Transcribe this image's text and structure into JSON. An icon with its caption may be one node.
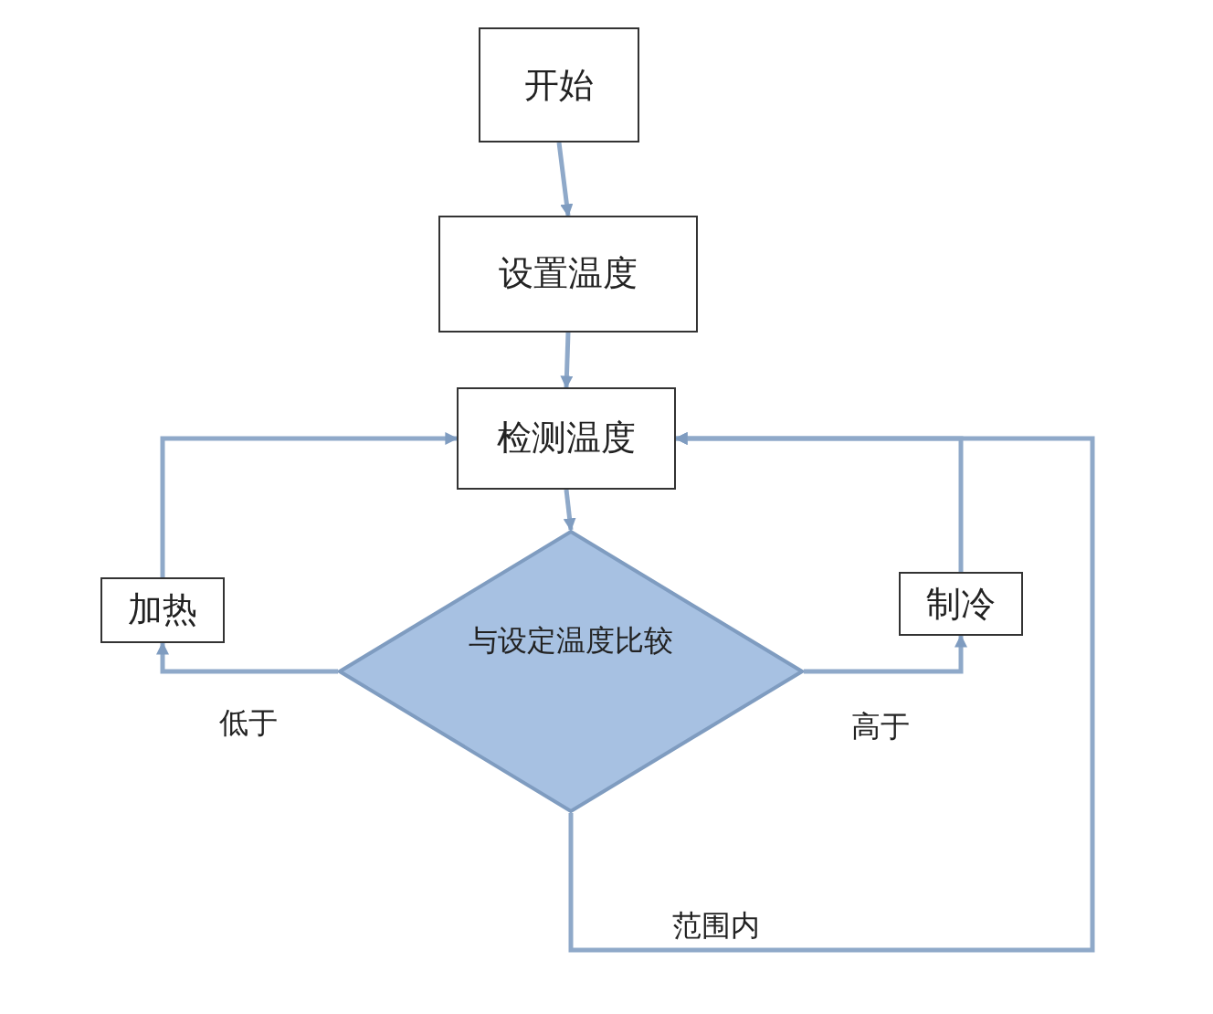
{
  "diagram": {
    "nodes": [
      {
        "text": [
          "开始"
        ]
      },
      {
        "text": [
          "设置温度"
        ]
      },
      {
        "text": [
          "检测温度"
        ]
      },
      {
        "text": [
          "加热"
        ]
      },
      {
        "text": [
          "与设定温度比较"
        ]
      },
      {
        "text": [
          "制冷"
        ]
      }
    ],
    "edges": [
      {
        "from": 0,
        "to": 1,
        "arrow": "to"
      },
      {
        "from": 1,
        "to": 2,
        "arrow": "to"
      },
      {
        "from": 2,
        "to": 4,
        "arrow": "to"
      },
      {
        "from": 4,
        "to": 3,
        "arrow": "to",
        "label": "低于"
      },
      {
        "from": 4,
        "to": 5,
        "arrow": "to",
        "label": "高于"
      },
      {
        "from": 3,
        "to": 2,
        "arrow": "to"
      },
      {
        "from": 5,
        "to": 2,
        "arrow": "to"
      },
      {
        "from": 4,
        "to": 2,
        "arrow": "to",
        "label": "范围内"
      }
    ]
  }
}
